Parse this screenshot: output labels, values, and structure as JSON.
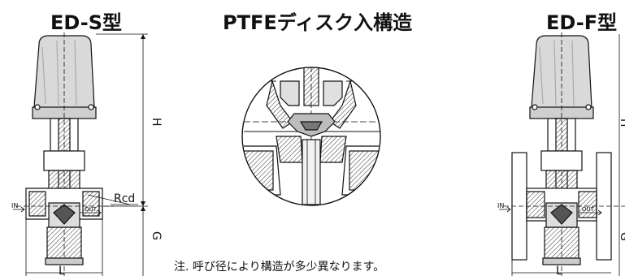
{
  "titles": {
    "ed_s": "ED-S型",
    "ptfe": "PTFEディスク入構造",
    "ed_f": "ED-F型"
  },
  "labels": {
    "in": "IN",
    "out": "OUT",
    "rcd": "Rcd",
    "h": "H",
    "g": "G",
    "l": "L"
  },
  "note": "注. 呼び径により構造が多少異なります。"
}
